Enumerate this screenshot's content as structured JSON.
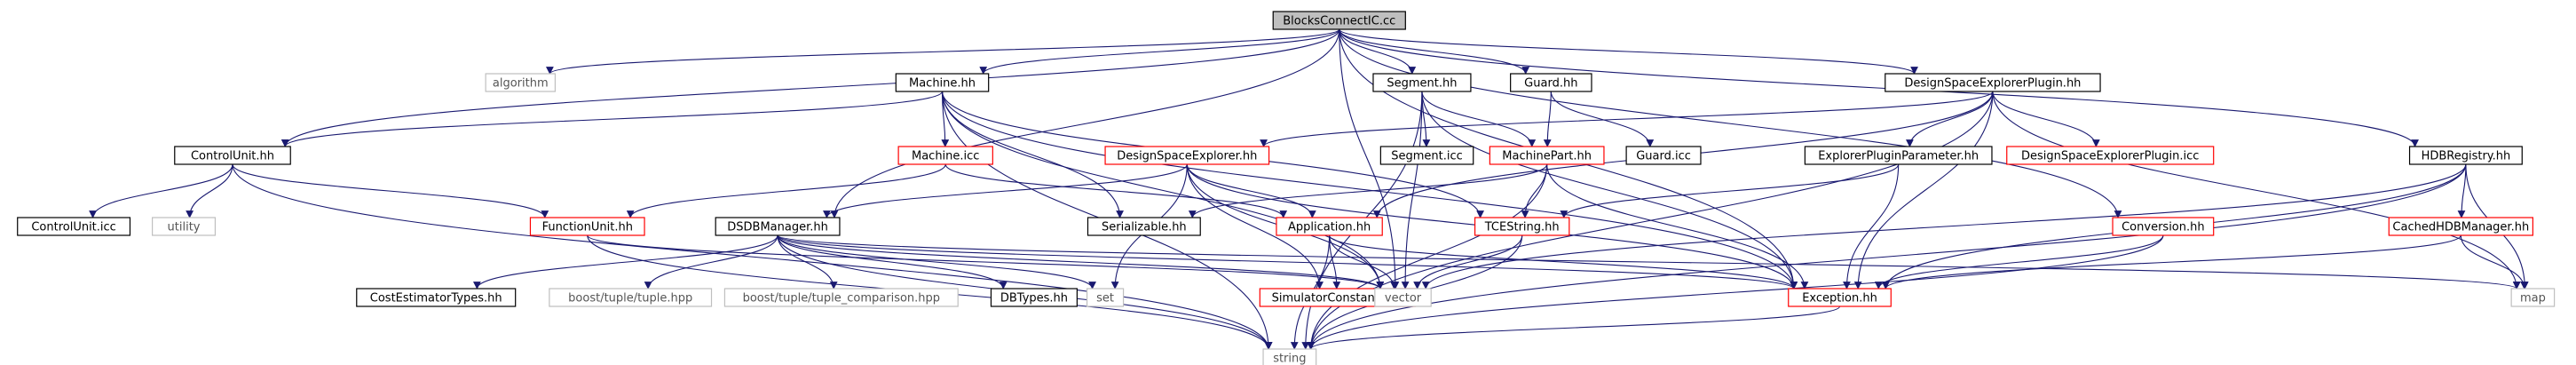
{
  "nodes": [
    {
      "id": "root",
      "label": "BlocksConnectIC.cc",
      "kind": "root"
    },
    {
      "id": "algorithm",
      "label": "algorithm",
      "kind": "external"
    },
    {
      "id": "machine_hh",
      "label": "Machine.hh",
      "kind": "normal"
    },
    {
      "id": "segment_hh",
      "label": "Segment.hh",
      "kind": "normal"
    },
    {
      "id": "guard_hh",
      "label": "Guard.hh",
      "kind": "normal"
    },
    {
      "id": "dsep_hh",
      "label": "DesignSpaceExplorerPlugin.hh",
      "kind": "normal"
    },
    {
      "id": "controlunit_hh",
      "label": "ControlUnit.hh",
      "kind": "normal"
    },
    {
      "id": "machine_icc",
      "label": "Machine.icc",
      "kind": "truncated"
    },
    {
      "id": "segment_icc",
      "label": "Segment.icc",
      "kind": "normal"
    },
    {
      "id": "machinepart_hh",
      "label": "MachinePart.hh",
      "kind": "truncated"
    },
    {
      "id": "guard_icc",
      "label": "Guard.icc",
      "kind": "normal"
    },
    {
      "id": "dse_hh",
      "label": "DesignSpaceExplorer.hh",
      "kind": "truncated"
    },
    {
      "id": "epp_hh",
      "label": "ExplorerPluginParameter.hh",
      "kind": "normal"
    },
    {
      "id": "dsep_icc",
      "label": "DesignSpaceExplorerPlugin.icc",
      "kind": "truncated"
    },
    {
      "id": "hdbregistry_hh",
      "label": "HDBRegistry.hh",
      "kind": "normal"
    },
    {
      "id": "controlunit_icc",
      "label": "ControlUnit.icc",
      "kind": "normal"
    },
    {
      "id": "utility",
      "label": "utility",
      "kind": "external"
    },
    {
      "id": "functionunit_hh",
      "label": "FunctionUnit.hh",
      "kind": "truncated"
    },
    {
      "id": "dsdbmanager_hh",
      "label": "DSDBManager.hh",
      "kind": "normal"
    },
    {
      "id": "serializable_hh",
      "label": "Serializable.hh",
      "kind": "normal"
    },
    {
      "id": "application_hh",
      "label": "Application.hh",
      "kind": "truncated"
    },
    {
      "id": "tcestring_hh",
      "label": "TCEString.hh",
      "kind": "truncated"
    },
    {
      "id": "conversion_hh",
      "label": "Conversion.hh",
      "kind": "truncated"
    },
    {
      "id": "cachedhdbmanager_hh",
      "label": "CachedHDBManager.hh",
      "kind": "truncated"
    },
    {
      "id": "costestimatortypes_hh",
      "label": "CostEstimatorTypes.hh",
      "kind": "normal"
    },
    {
      "id": "boost_tuple",
      "label": "boost/tuple/tuple.hpp",
      "kind": "external"
    },
    {
      "id": "boost_tuple_cmp",
      "label": "boost/tuple/tuple_comparison.hpp",
      "kind": "external"
    },
    {
      "id": "dbtypes_hh",
      "label": "DBTypes.hh",
      "kind": "normal"
    },
    {
      "id": "set",
      "label": "set",
      "kind": "external"
    },
    {
      "id": "simulatorconstants_hh",
      "label": "SimulatorConstants.hh",
      "kind": "truncated"
    },
    {
      "id": "vector",
      "label": "vector",
      "kind": "external"
    },
    {
      "id": "exception_hh",
      "label": "Exception.hh",
      "kind": "truncated"
    },
    {
      "id": "map",
      "label": "map",
      "kind": "external"
    },
    {
      "id": "string",
      "label": "string",
      "kind": "external"
    }
  ],
  "edges": [
    [
      "root",
      "algorithm"
    ],
    [
      "root",
      "machine_hh"
    ],
    [
      "root",
      "segment_hh"
    ],
    [
      "root",
      "guard_hh"
    ],
    [
      "root",
      "dsep_hh"
    ],
    [
      "root",
      "controlunit_hh"
    ],
    [
      "root",
      "dsdbmanager_hh"
    ],
    [
      "root",
      "vector"
    ],
    [
      "root",
      "conversion_hh"
    ],
    [
      "root",
      "hdbregistry_hh"
    ],
    [
      "root",
      "exception_hh"
    ],
    [
      "machine_hh",
      "machine_icc"
    ],
    [
      "machine_hh",
      "controlunit_hh"
    ],
    [
      "machine_hh",
      "serializable_hh"
    ],
    [
      "machine_hh",
      "tcestring_hh"
    ],
    [
      "machine_hh",
      "exception_hh"
    ],
    [
      "machine_hh",
      "string"
    ],
    [
      "machine_hh",
      "vector"
    ],
    [
      "segment_hh",
      "segment_icc"
    ],
    [
      "segment_hh",
      "machinepart_hh"
    ],
    [
      "segment_hh",
      "exception_hh"
    ],
    [
      "segment_hh",
      "vector"
    ],
    [
      "segment_hh",
      "string"
    ],
    [
      "guard_hh",
      "guard_icc"
    ],
    [
      "guard_hh",
      "machinepart_hh"
    ],
    [
      "dsep_hh",
      "dse_hh"
    ],
    [
      "dsep_hh",
      "epp_hh"
    ],
    [
      "dsep_hh",
      "dsep_icc"
    ],
    [
      "dsep_hh",
      "application_hh"
    ],
    [
      "dsep_hh",
      "exception_hh"
    ],
    [
      "dsep_hh",
      "string"
    ],
    [
      "dsep_hh",
      "map"
    ],
    [
      "controlunit_hh",
      "controlunit_icc"
    ],
    [
      "controlunit_hh",
      "utility"
    ],
    [
      "controlunit_hh",
      "functionunit_hh"
    ],
    [
      "controlunit_hh",
      "string"
    ],
    [
      "machine_icc",
      "application_hh"
    ],
    [
      "machine_icc",
      "functionunit_hh"
    ],
    [
      "machinepart_hh",
      "serializable_hh"
    ],
    [
      "machinepart_hh",
      "tcestring_hh"
    ],
    [
      "machinepart_hh",
      "exception_hh"
    ],
    [
      "machinepart_hh",
      "string"
    ],
    [
      "dse_hh",
      "dsdbmanager_hh"
    ],
    [
      "dse_hh",
      "application_hh"
    ],
    [
      "dse_hh",
      "simulatorconstants_hh"
    ],
    [
      "dse_hh",
      "set"
    ],
    [
      "dse_hh",
      "vector"
    ],
    [
      "dse_hh",
      "exception_hh"
    ],
    [
      "epp_hh",
      "exception_hh"
    ],
    [
      "epp_hh",
      "tcestring_hh"
    ],
    [
      "hdbregistry_hh",
      "cachedhdbmanager_hh"
    ],
    [
      "hdbregistry_hh",
      "exception_hh"
    ],
    [
      "hdbregistry_hh",
      "map"
    ],
    [
      "hdbregistry_hh",
      "string"
    ],
    [
      "hdbregistry_hh",
      "vector"
    ],
    [
      "functionunit_hh",
      "string"
    ],
    [
      "functionunit_hh",
      "vector"
    ],
    [
      "dsdbmanager_hh",
      "costestimatortypes_hh"
    ],
    [
      "dsdbmanager_hh",
      "boost_tuple"
    ],
    [
      "dsdbmanager_hh",
      "boost_tuple_cmp"
    ],
    [
      "dsdbmanager_hh",
      "dbtypes_hh"
    ],
    [
      "dsdbmanager_hh",
      "set"
    ],
    [
      "dsdbmanager_hh",
      "vector"
    ],
    [
      "dsdbmanager_hh",
      "string"
    ],
    [
      "dsdbmanager_hh",
      "exception_hh"
    ],
    [
      "dsdbmanager_hh",
      "map"
    ],
    [
      "application_hh",
      "vector"
    ],
    [
      "application_hh",
      "string"
    ],
    [
      "application_hh",
      "exception_hh"
    ],
    [
      "application_hh",
      "simulatorconstants_hh"
    ],
    [
      "tcestring_hh",
      "string"
    ],
    [
      "tcestring_hh",
      "vector"
    ],
    [
      "conversion_hh",
      "exception_hh"
    ],
    [
      "conversion_hh",
      "string"
    ],
    [
      "cachedhdbmanager_hh",
      "exception_hh"
    ],
    [
      "cachedhdbmanager_hh",
      "map"
    ],
    [
      "exception_hh",
      "string"
    ]
  ],
  "colors": {
    "edge": "#191970",
    "normal_border": "#000000",
    "truncated_border": "#ff0000",
    "external_border": "#bfbfbf",
    "root_fill": "#bfbfbf",
    "text": "#000000",
    "background": "#ffffff"
  }
}
